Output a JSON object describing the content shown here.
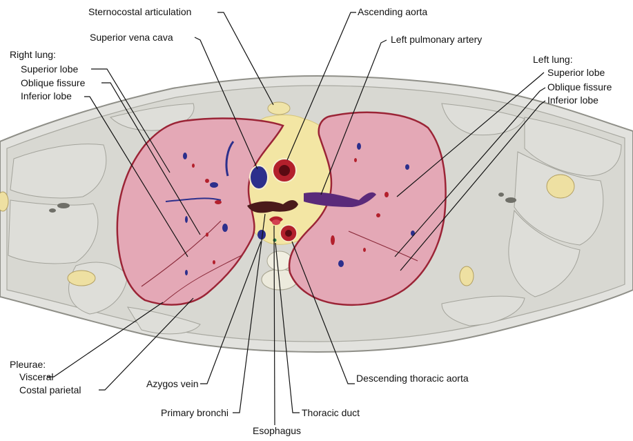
{
  "labels": {
    "sternocostal_articulation": "Sternocostal articulation",
    "ascending_aorta": "Ascending aorta",
    "superior_vena_cava": "Superior vena cava",
    "left_pulmonary_artery": "Left pulmonary artery",
    "right_lung_title": "Right lung:",
    "right_superior_lobe": "Superior lobe",
    "right_oblique_fissure": "Oblique fissure",
    "right_inferior_lobe": "Inferior lobe",
    "left_lung_title": "Left lung:",
    "left_superior_lobe": "Superior lobe",
    "left_oblique_fissure": "Oblique fissure",
    "left_inferior_lobe": "Inferior lobe",
    "pleurae_title": "Pleurae:",
    "visceral": "Visceral",
    "costal_parietal": "Costal parietal",
    "azygos_vein": "Azygos vein",
    "primary_bronchi": "Primary bronchi",
    "esophagus": "Esophagus",
    "thoracic_duct": "Thoracic duct",
    "descending_thoracic_aorta": "Descending thoracic aorta"
  },
  "colors": {
    "background": "#ffffff",
    "body_tissue": "#dcdcd8",
    "muscle_line": "#9a9a92",
    "lung_fill": "#e6a7b6",
    "lung_border": "#9b2436",
    "mediastinum_fat": "#f2e29a",
    "artery": "#b3202c",
    "vein": "#2c2f8c",
    "pulmonary_artery": "#5a2a7a",
    "bronchus": "#4a1a1a",
    "leader_line": "#111111",
    "label_text": "#111111"
  }
}
